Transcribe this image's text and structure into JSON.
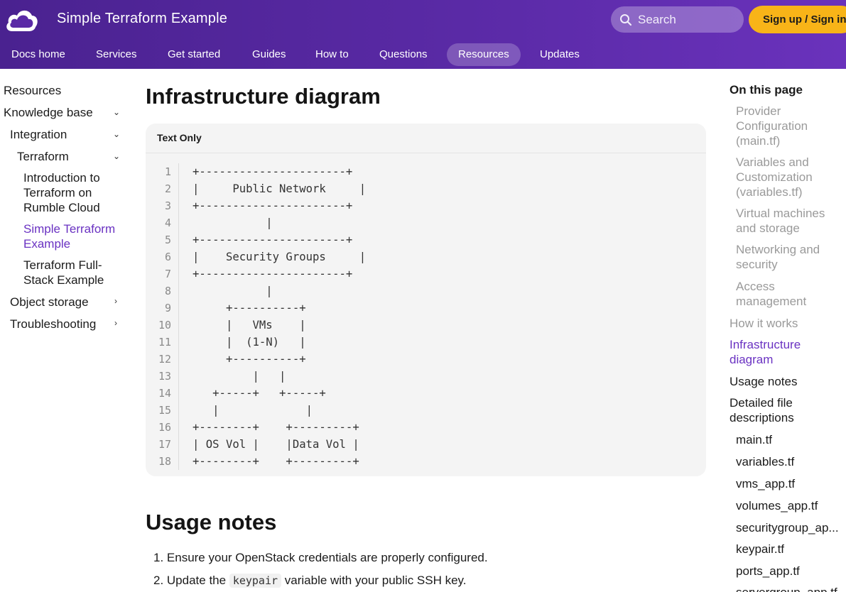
{
  "header": {
    "site_title": "Simple Terraform Example",
    "search_placeholder": "Search",
    "signin_label": "Sign up / Sign in",
    "brand_color": "#5a2aa6",
    "accent_color": "#f8b418"
  },
  "topnav": {
    "items": [
      {
        "label": "Docs home"
      },
      {
        "label": "Services"
      },
      {
        "label": "Get started"
      },
      {
        "label": "Guides"
      },
      {
        "label": "How to"
      },
      {
        "label": "Questions"
      },
      {
        "label": "Resources",
        "active": true
      },
      {
        "label": "Updates"
      }
    ]
  },
  "sidebar": {
    "items": [
      {
        "label": "Resources"
      },
      {
        "label": "Knowledge base",
        "chevron": "chevron-down-icon"
      },
      {
        "label": "Integration",
        "chevron": "chevron-down-icon"
      },
      {
        "label": "Terraform",
        "chevron": "chevron-down-icon"
      },
      {
        "label": "Introduction to Terraform on Rumble Cloud"
      },
      {
        "label": "Simple Terraform Example",
        "active": true
      },
      {
        "label": "Terraform Full-Stack Example"
      },
      {
        "label": "Object storage",
        "chevron": "chevron-right-icon"
      },
      {
        "label": "Troubleshooting",
        "chevron": "chevron-right-icon"
      }
    ]
  },
  "main": {
    "heading": "Infrastructure diagram",
    "code_block": {
      "language_label": "Text Only",
      "lines": [
        "+----------------------+",
        "|     Public Network     |",
        "+----------------------+",
        "           |",
        "+----------------------+",
        "|    Security Groups     |",
        "+----------------------+",
        "           |",
        "     +----------+",
        "     |   VMs    |",
        "     |  (1-N)   |",
        "     +----------+",
        "         |   |",
        "   +-----+   +-----+",
        "   |             |",
        "+--------+    +---------+",
        "| OS Vol |    |Data Vol |",
        "+--------+    +---------+"
      ],
      "line_numbers": [
        "1",
        "2",
        "3",
        "4",
        "5",
        "6",
        "7",
        "8",
        "9",
        "10",
        "11",
        "12",
        "13",
        "14",
        "15",
        "16",
        "17",
        "18"
      ]
    },
    "usage_heading": "Usage notes",
    "usage": {
      "item1": "1. Ensure your OpenStack credentials are properly configured.",
      "item2_prefix": "2. Update the",
      "item2_code": "keypair",
      "item2_suffix": "variable with your public SSH key."
    }
  },
  "toc": {
    "title": "On this page",
    "items": [
      {
        "label": "Provider Configuration (main.tf)",
        "state": "muted"
      },
      {
        "label": "Variables and Customization (variables.tf)",
        "state": "muted"
      },
      {
        "label": "Virtual machines and storage",
        "state": "muted"
      },
      {
        "label": "Networking and security",
        "state": "muted"
      },
      {
        "label": "Access management",
        "state": "muted"
      },
      {
        "label": "How it works",
        "state": "muted"
      },
      {
        "label": "Infrastructure diagram",
        "state": "active"
      },
      {
        "label": "Usage notes",
        "state": "dark"
      },
      {
        "label": "Detailed file descriptions",
        "state": "dark"
      },
      {
        "label": "main.tf",
        "state": "dark"
      },
      {
        "label": "variables.tf",
        "state": "dark"
      },
      {
        "label": "vms_app.tf",
        "state": "dark"
      },
      {
        "label": "volumes_app.tf",
        "state": "dark"
      },
      {
        "label": "securitygroup_ap...",
        "state": "dark"
      },
      {
        "label": "keypair.tf",
        "state": "dark"
      },
      {
        "label": "ports_app.tf",
        "state": "dark"
      },
      {
        "label": "servergroup_app.tf",
        "state": "dark"
      }
    ]
  }
}
